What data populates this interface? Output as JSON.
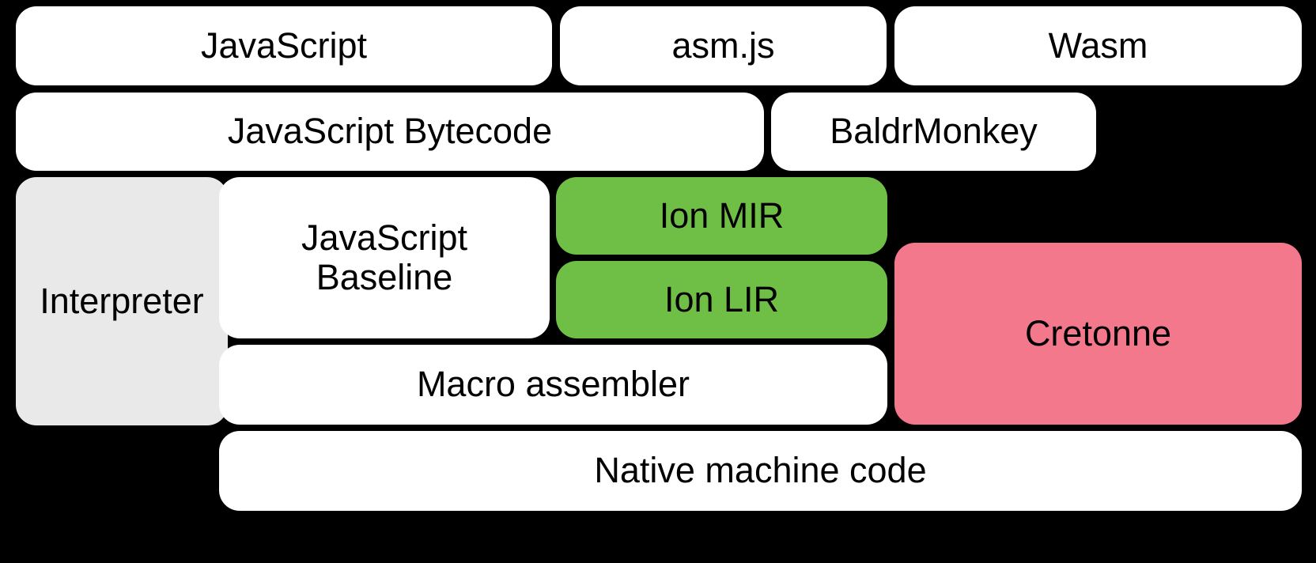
{
  "diagram": {
    "title": "SpiderMonkey compilation pipeline stack",
    "background_color": "#000000",
    "colors": {
      "default_fill": "#ffffff",
      "gray_fill": "#e9e9e9",
      "green_fill": "#6fbf47",
      "pink_fill": "#f4788c",
      "text": "#000000"
    },
    "rows": [
      {
        "name": "source-formats",
        "nodes": [
          {
            "id": "javascript",
            "label": "JavaScript",
            "fill": "#ffffff"
          },
          {
            "id": "asmjs",
            "label": "asm.js",
            "fill": "#ffffff"
          },
          {
            "id": "wasm",
            "label": "Wasm",
            "fill": "#ffffff"
          }
        ]
      },
      {
        "name": "front-end",
        "nodes": [
          {
            "id": "js-bytecode",
            "label": "JavaScript Bytecode",
            "fill": "#ffffff"
          },
          {
            "id": "baldrmonkey",
            "label": "BaldrMonkey",
            "fill": "#ffffff"
          }
        ]
      },
      {
        "name": "tiers",
        "nodes": [
          {
            "id": "interpreter",
            "label": "Interpreter",
            "fill": "#e9e9e9"
          },
          {
            "id": "js-baseline",
            "label": "JavaScript\nBaseline",
            "fill": "#ffffff"
          },
          {
            "id": "ion-mir",
            "label": "Ion MIR",
            "fill": "#6fbf47"
          },
          {
            "id": "ion-lir",
            "label": "Ion LIR",
            "fill": "#6fbf47"
          },
          {
            "id": "cretonne",
            "label": "Cretonne",
            "fill": "#f4788c"
          }
        ]
      },
      {
        "name": "backend",
        "nodes": [
          {
            "id": "macro-assembler",
            "label": "Macro assembler",
            "fill": "#ffffff"
          }
        ]
      },
      {
        "name": "output",
        "nodes": [
          {
            "id": "native-code",
            "label": "Native machine code",
            "fill": "#ffffff"
          }
        ]
      }
    ],
    "labels": {
      "javascript": "JavaScript",
      "asmjs": "asm.js",
      "wasm": "Wasm",
      "js_bytecode": "JavaScript Bytecode",
      "baldrmonkey": "BaldrMonkey",
      "interpreter": "Interpreter",
      "js_baseline": "JavaScript\nBaseline",
      "ion_mir": "Ion MIR",
      "ion_lir": "Ion LIR",
      "cretonne": "Cretonne",
      "macro_assembler": "Macro assembler",
      "native_code": "Native machine code"
    }
  }
}
